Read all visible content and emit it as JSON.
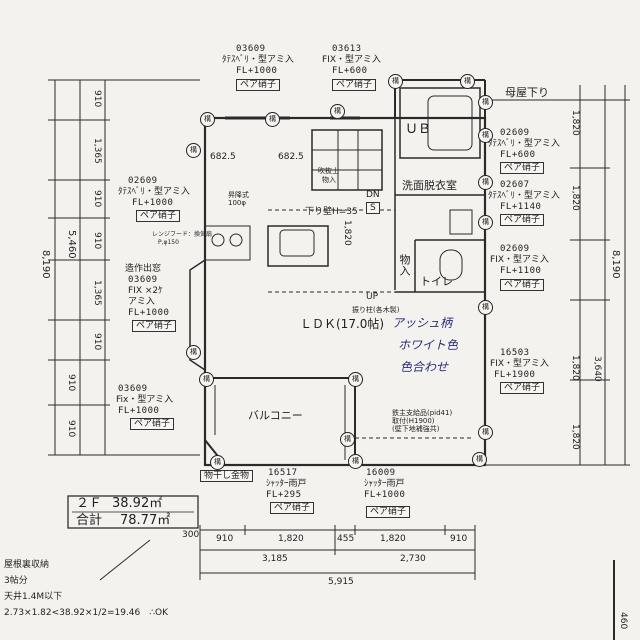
{
  "windows": {
    "w1": {
      "code": "03609",
      "type": "ﾀﾃｽﾍﾞﾘ・型アミ入",
      "height": "FL+1000",
      "glass": "ペア硝子"
    },
    "w2": {
      "code": "03613",
      "type": "FIX・型アミ入",
      "height": "FL+600",
      "glass": "ペア硝子"
    },
    "w3": {
      "code": "02609",
      "type": "ﾀﾃｽﾍﾞﾘ・型アミ入",
      "height": "FL+600",
      "glass": "ペア硝子"
    },
    "w4": {
      "code": "02607",
      "type": "ﾀﾃｽﾍﾞﾘ・型アミ入",
      "height": "FL+1140",
      "glass": "ペア硝子"
    },
    "w5": {
      "code": "02609",
      "type": "FIX・型アミ入",
      "height": "FL+1100",
      "glass": "ペア硝子"
    },
    "w6": {
      "code": "02609",
      "type": "ﾀﾃｽﾍﾞﾘ・型アミ入",
      "height": "FL+1000",
      "glass": "ペア硝子"
    },
    "w7": {
      "prefix": "造作出窓",
      "code": "03609",
      "type1": "FIX ×2ｹ",
      "type2": "アミ入",
      "height": "FL+1000",
      "glass": "ペア硝子"
    },
    "w8": {
      "code": "03609",
      "type": "Fix・型アミ入",
      "height": "FL+1000",
      "glass": "ペア硝子"
    },
    "w9": {
      "code": "16503",
      "type": "FIX・型アミ入",
      "height": "FL+1900",
      "glass": "ペア硝子"
    },
    "w10": {
      "code": "16517",
      "type": "ｼｬｯﾀｰ雨戸",
      "height": "FL+295",
      "glass": "ペア硝子"
    },
    "w11": {
      "code": "16009",
      "type": "ｼｬｯﾀｰ雨戸",
      "height": "FL+1000",
      "glass": "ペア硝子"
    }
  },
  "rooms": {
    "ub": "ＵＢ",
    "washroom": "洗面脱衣室",
    "ldk": "ＬＤＫ(17.0帖)",
    "balcony": "バルコニー",
    "toilet": "トイレ",
    "storage": "物入",
    "roof_label": "母屋下り",
    "dn": "DN",
    "up": "UP",
    "s_mark": "S",
    "down_wall": "下り壁H=35",
    "stair_note1": "吹抜上",
    "stair_note2": "物入",
    "dry_rack": "物干し金物",
    "hanger_note": "物干し金物"
  },
  "notes": {
    "handwritten1": "アッシュ柄",
    "handwritten2": "ホワイト色",
    "handwritten3": "色合わせ",
    "ceiling_note1": "昇降式",
    "ceiling_note2": "100φ",
    "range_note1": "レンジフード：換気扇",
    "range_note2": "P,φ150",
    "balcony_note1": "鉄主支給品(pid41)",
    "balcony_note2": "取付(H1900)",
    "balcony_note3": "(壁下地補強共)",
    "ldk_note": "振り柱(各木製)",
    "pillar": "構"
  },
  "dims": {
    "left_outer": "8,190",
    "left_mid": "5,460",
    "left_parts": [
      "910",
      "1,365",
      "910",
      "910",
      "1,365",
      "910",
      "910",
      "910"
    ],
    "right_outer": "8,190",
    "right_mid": "3,640",
    "right_parts": [
      "1,820",
      "1,820",
      "1,820",
      "1,820"
    ],
    "inner_682a": "682.5",
    "inner_682b": "682.5",
    "inner_1820": "1,820",
    "bottom_parts": [
      "910",
      "1,820",
      "455",
      "1,820",
      "910"
    ],
    "bottom_mid": [
      "3,185",
      "2,730"
    ],
    "bottom_total": "5,915",
    "left_300": "300",
    "corner_460": "460"
  },
  "summary": {
    "floor_label": "２Ｆ",
    "floor_area": "38.92㎡",
    "total_label": "合計",
    "total_area": "78.77㎡",
    "attic_title": "屋根裏収納",
    "attic_size": "3帖分",
    "ceiling_height": "天井1.4M以下",
    "formula": "2.73×1.82<38.92×1/2=19.46　∴OK"
  }
}
